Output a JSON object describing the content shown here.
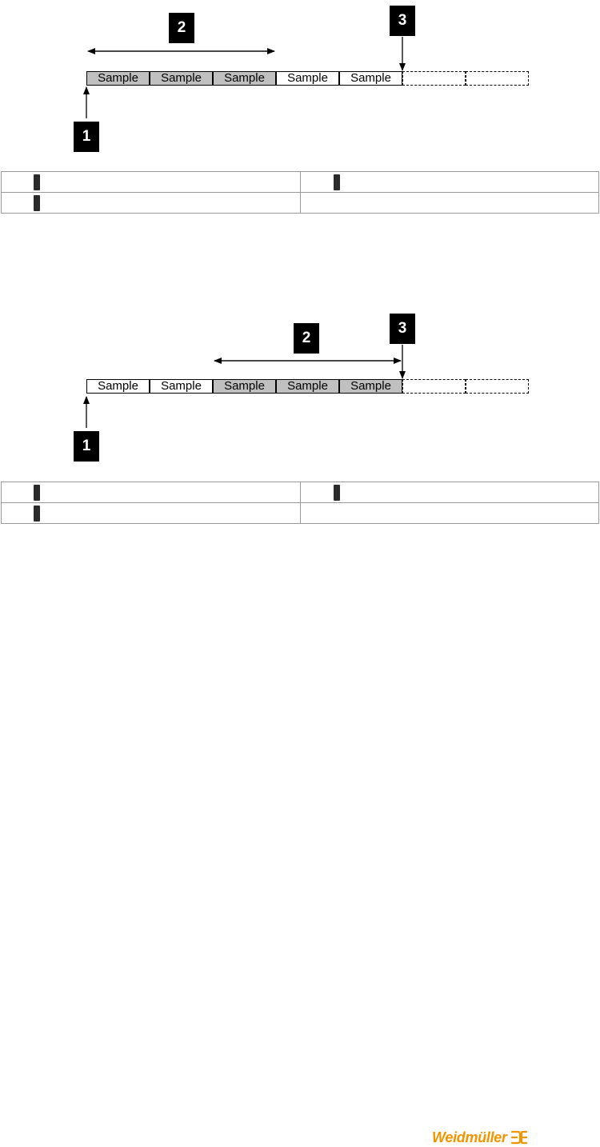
{
  "colors": {
    "ink": "#000000",
    "buffered_sample_fill": "#c0c0c0",
    "empty_sample_fill": "#ffffff",
    "badge_fill": "#000000",
    "badge_text": "#ffffff",
    "legend_border": "#999999",
    "legend_marker": "#2b2b2b",
    "brand_orange": "#f29400"
  },
  "diagrams": [
    {
      "cells": [
        {
          "label": "Sample",
          "highlighted": true,
          "dashed": false
        },
        {
          "label": "Sample",
          "highlighted": true,
          "dashed": false
        },
        {
          "label": "Sample",
          "highlighted": true,
          "dashed": false
        },
        {
          "label": "Sample",
          "highlighted": false,
          "dashed": false
        },
        {
          "label": "Sample",
          "highlighted": false,
          "dashed": false
        },
        {
          "label": "",
          "highlighted": false,
          "dashed": true
        },
        {
          "label": "",
          "highlighted": false,
          "dashed": true
        }
      ],
      "markers": {
        "one": "1",
        "two": "2",
        "three": "3"
      },
      "legend": [
        {
          "marker": "",
          "text": ""
        },
        {
          "marker": "",
          "text": ""
        },
        {
          "marker": "",
          "text": ""
        }
      ]
    },
    {
      "cells": [
        {
          "label": "Sample",
          "highlighted": false,
          "dashed": false
        },
        {
          "label": "Sample",
          "highlighted": false,
          "dashed": false
        },
        {
          "label": "Sample",
          "highlighted": true,
          "dashed": false
        },
        {
          "label": "Sample",
          "highlighted": true,
          "dashed": false
        },
        {
          "label": "Sample",
          "highlighted": true,
          "dashed": false
        },
        {
          "label": "",
          "highlighted": false,
          "dashed": true
        },
        {
          "label": "",
          "highlighted": false,
          "dashed": true
        }
      ],
      "markers": {
        "one": "1",
        "two": "2",
        "three": "3"
      },
      "legend": [
        {
          "marker": "",
          "text": ""
        },
        {
          "marker": "",
          "text": ""
        },
        {
          "marker": "",
          "text": ""
        }
      ]
    }
  ],
  "footer": {
    "logo_text": "Weidmüller",
    "logo_icon": "weidmuller-mark-icon"
  }
}
